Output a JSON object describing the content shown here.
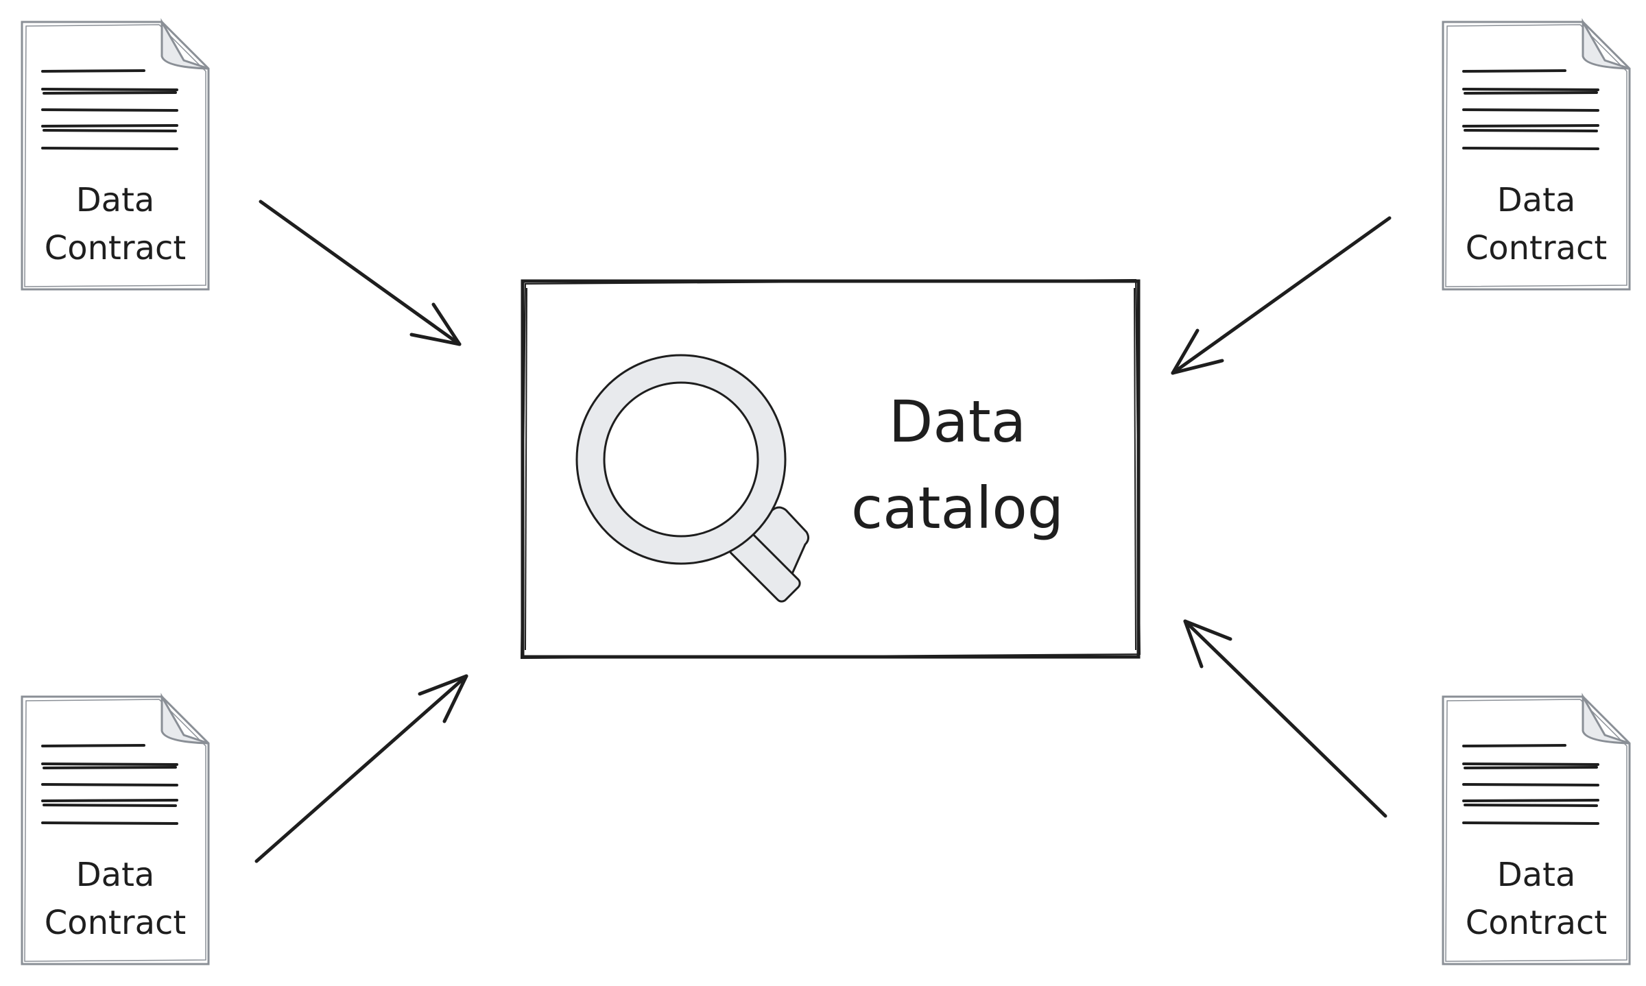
{
  "diagram": {
    "center": {
      "label_line1": "Data",
      "label_line2": "catalog",
      "icon": "magnifying-glass-icon"
    },
    "documents": [
      {
        "id": "top-left",
        "line1": "Data",
        "line2": "Contract",
        "icon": "document-icon"
      },
      {
        "id": "top-right",
        "line1": "Data",
        "line2": "Contract",
        "icon": "document-icon"
      },
      {
        "id": "bottom-left",
        "line1": "Data",
        "line2": "Contract",
        "icon": "document-icon"
      },
      {
        "id": "bottom-right",
        "line1": "Data",
        "line2": "Contract",
        "icon": "document-icon"
      }
    ],
    "arrows": [
      {
        "from": "top-left",
        "to": "center"
      },
      {
        "from": "top-right",
        "to": "center"
      },
      {
        "from": "bottom-left",
        "to": "center"
      },
      {
        "from": "bottom-right",
        "to": "center"
      }
    ],
    "colors": {
      "stroke": "#1e1e1e",
      "doc_border": "#8a8f96",
      "doc_fold": "#e8eaed",
      "magnifier_fill": "#e8eaed"
    }
  }
}
